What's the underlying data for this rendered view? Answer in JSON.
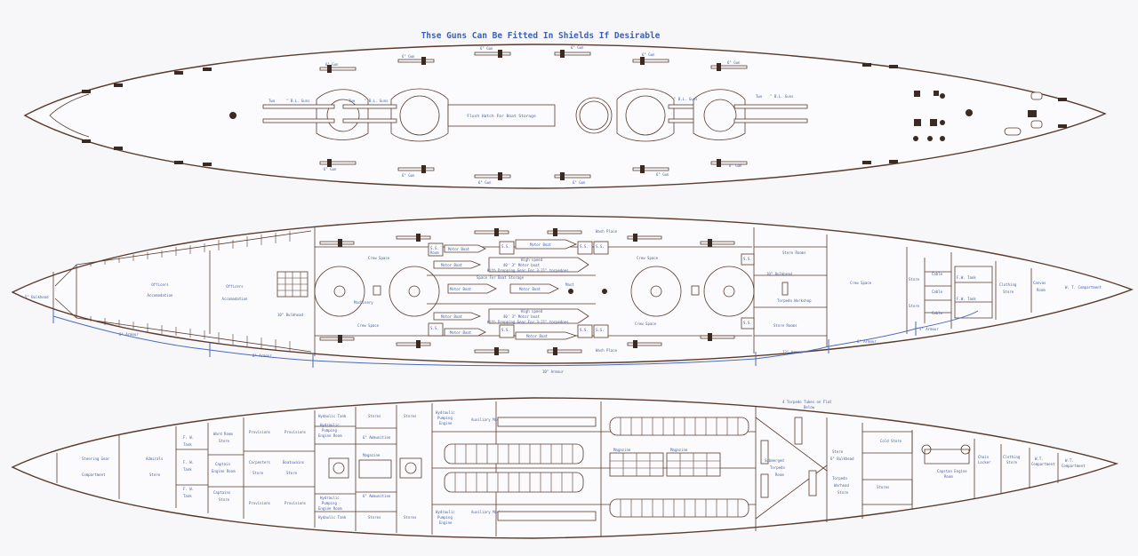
{
  "title": "Thse Guns Can Be Fitted In Shields If Desirable",
  "top_deck": {
    "gun_6in": "6\" Gun",
    "twin_bl_a": "Two",
    "twin_bl_b": "\" B.L. Guns",
    "flush_hatch": "Flush Hatch For Boat Storage"
  },
  "mid_deck": {
    "bulkhead_5": "5\" Bulkhead",
    "bulkhead_10": "10\" Bulkhead",
    "officers": "Officers",
    "accommodation": "Accomodation",
    "crew_space": "Crew Space",
    "machinery": "Machinery",
    "motor_boat": "Motor Boat",
    "high_speed_a": "High speed",
    "high_speed_b": "40' 3\" Motor boat",
    "high_speed_c": "With Dropping Gear For 3-21\" torpedoes",
    "space_boat": "Space For Boat Storage",
    "mast": "Mast",
    "wash_place": "Wash Place",
    "store_rooms": "Store Rooms",
    "torpedo_workshop": "Torpedo Workshop",
    "store": "Store",
    "cable": "Cable",
    "fw_tank": "F.W. Tank",
    "clothing_store_a": "Clothing",
    "clothing_store_b": "Store",
    "canvas_room_a": "Canvas",
    "canvas_room_b": "Room",
    "wt_compartment": "W. T. Compartment",
    "ss": "S.S.",
    "ss_b": "Room",
    "armour_6": "6\" Armour",
    "armour_8": "8\" Armour",
    "armour_10": "10\" Armour",
    "armour_12": "12\" Armour",
    "armour_5": "5\" Armour"
  },
  "low_deck": {
    "steering_a": "Steering Gear",
    "steering_b": "Compartment",
    "admirals_a": "Admirals",
    "admirals_b": "Store",
    "fw_tank_a": "F. W.",
    "fw_tank_b": "Tank",
    "ward_room_a": "Ward Room",
    "ward_room_b": "Store",
    "captain_a": "Captain",
    "captain_b": "Engine Room",
    "captains_store_a": "Captains",
    "captains_store_b": "Store",
    "carpenters_a": "Carpenters",
    "carpenters_b": "Store",
    "provisions": "Provisions",
    "boatswains_a": "Boatswains",
    "boatswains_b": "Store",
    "hydraulic_tank": "Hydaulic Tank",
    "hyd_pump_a": "Hydraulic",
    "hyd_pump_b": "Pumping",
    "hyd_pump_c": "Engine Room",
    "ammunition_6": "6\" Ammunition",
    "magazine": "Magazine",
    "hyd_engine_c": "Engine",
    "aux_machinery": "Auxiliary Machinery",
    "torpedo_tubes_a": "4 Torpedo Tubes on Flat",
    "torpedo_tubes_b": "Below",
    "submerged_a": "Submerged",
    "submerged_b": "Torpedo",
    "submerged_c": "Room",
    "cold_store": "Cold Store",
    "bulkhead_6": "6\" Bulkhead",
    "torpedo_a": "Torpedo",
    "torpedo_b": "Warhead",
    "torpedo_c": "Store",
    "stores": "Stores",
    "capstan_a": "Capstan Engine",
    "capstan_b": "Room",
    "chain_a": "Chain",
    "chain_b": "Locker",
    "clothing_a": "Clothing",
    "clothing_b": "Store",
    "wt_a": "W.T.",
    "wt_b": "Compartment"
  }
}
